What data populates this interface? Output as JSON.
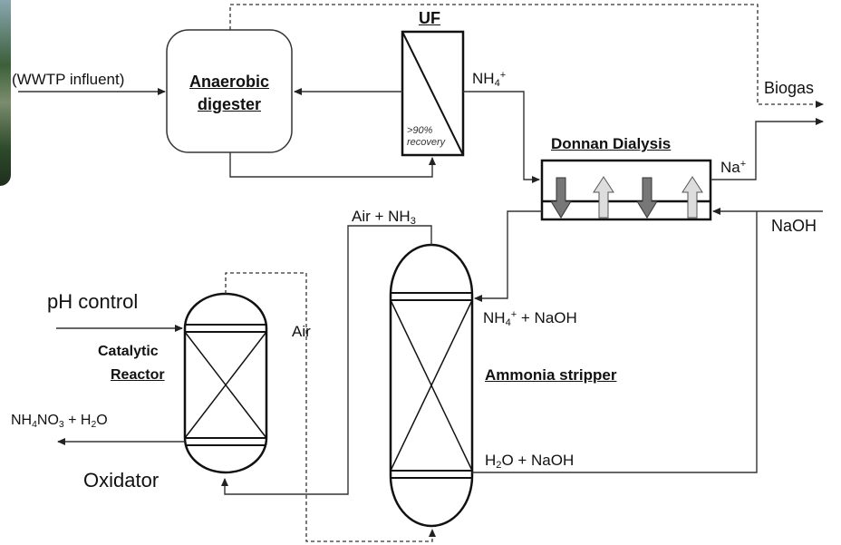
{
  "labels": {
    "wwtp_influent": "(WWTP influent)",
    "anaerobic_digester_line1": "Anaerobic",
    "anaerobic_digester_line2": "digester",
    "uf": "UF",
    "uf_recovery_line1": ">90%",
    "uf_recovery_line2": "recovery",
    "nh4_plus_top": {
      "base": "NH",
      "sub": "4",
      "sup": "+"
    },
    "biogas": "Biogas",
    "donnan_dialysis": "Donnan Dialysis",
    "na_plus": {
      "base": "Na",
      "sup": "+"
    },
    "naoh": "NaOH",
    "air_nh3": {
      "prefix": "Air + NH",
      "sub": "3"
    },
    "ph_control": "pH control",
    "catalytic_reactor_line1": "Catalytic",
    "catalytic_reactor_line2": "Reactor",
    "air": "Air",
    "nh4_naoh": {
      "base": "NH",
      "sub": "4",
      "sup": "+",
      "rest": " + NaOH"
    },
    "ammonia_stripper": "Ammonia stripper",
    "nh4no3_h2o": {
      "p1": "NH",
      "s1": "4",
      "p2": "NO",
      "s2": "3",
      "p3": " + H",
      "s3": "2",
      "p4": "O"
    },
    "h2o_naoh": {
      "p1": "H",
      "s1": "2",
      "p2": "O + NaOH"
    },
    "oxidator": "Oxidator"
  }
}
